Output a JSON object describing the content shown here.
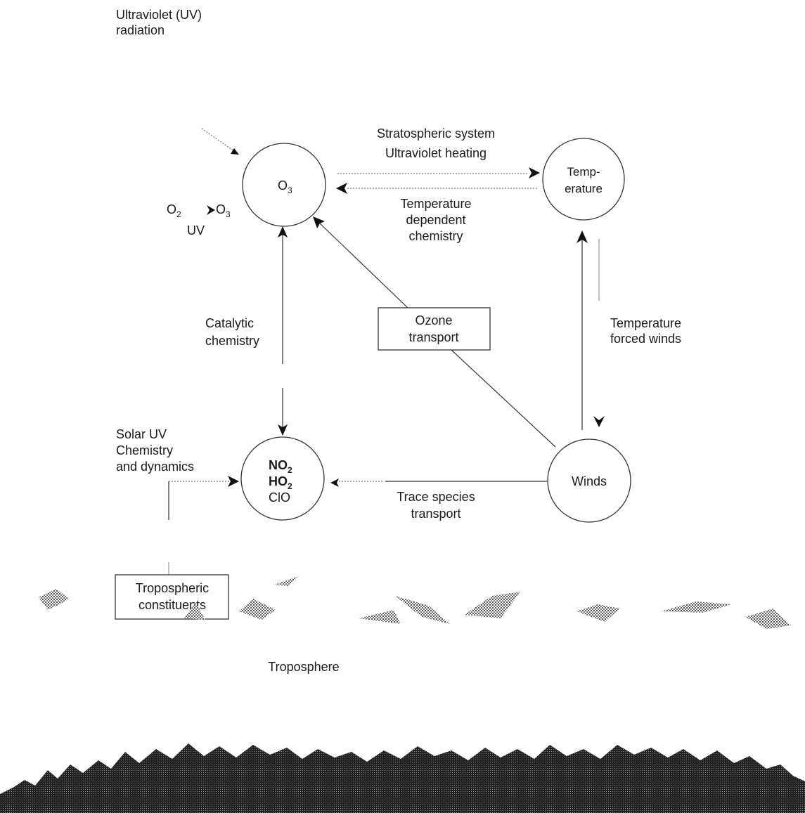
{
  "top_label": {
    "line1": "Ultraviolet (UV)",
    "line2": "radiation"
  },
  "nodes": {
    "o3": {
      "main": "O",
      "sub": "3"
    },
    "temperature": {
      "line1": "Temp-",
      "line2": "erature"
    },
    "no_ho_clo": {
      "line1": "NO",
      "line1_sub": "2",
      "line2": "HO",
      "line2_sub": "2",
      "line3": "ClO"
    },
    "winds": {
      "label": "Winds"
    }
  },
  "boxes": {
    "ozone_transport": {
      "line1": "Ozone",
      "line2": "transport"
    },
    "tropospheric_constituents": {
      "line1": "Tropospheric",
      "line2": "constituents"
    }
  },
  "arrow_labels": {
    "stratospheric_system": "Stratospheric system",
    "uv_heating": "Ultraviolet heating",
    "temp_dependent": {
      "line1": "Temperature",
      "line2": "dependent",
      "line3": "chemistry"
    },
    "catalytic": {
      "line1": "Catalytic",
      "line2": "chemistry"
    },
    "temp_forced": {
      "line1": "Temperature",
      "line2": "forced winds"
    },
    "trace_species": {
      "line1": "Trace species",
      "line2": "transport"
    },
    "solar_uv": {
      "line1": "Solar UV",
      "line2": "Chemistry",
      "line3": "and dynamics"
    }
  },
  "photolysis": {
    "o2": "O",
    "o2_sub": "2",
    "o3": "O",
    "o3_sub": "3",
    "uv": "UV"
  },
  "bottom_label": "Troposphere",
  "icons": {
    "mountains": "mountain-range-illustration"
  },
  "colors": {
    "line": "#333333",
    "dotted": "#8a8a8a",
    "mountain": "#111111"
  }
}
